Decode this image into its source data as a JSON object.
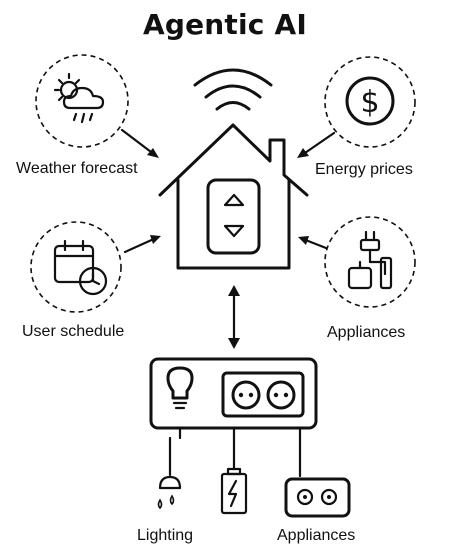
{
  "title": "Agentic AI",
  "nodes": {
    "weather": {
      "label": "Weather forecast",
      "icon": "cloud-sun-rain-icon"
    },
    "energy": {
      "label": "Energy prices",
      "icon": "dollar-icon"
    },
    "schedule": {
      "label": "User schedule",
      "icon": "calendar-clock-icon"
    },
    "appliances_top": {
      "label": "Appliances",
      "icon": "plug-icon"
    },
    "hub": {
      "icon": "house-with-up-down-control-icon",
      "signal_icon": "wifi-icon"
    },
    "panel": {
      "icons": [
        "light-bulb-icon",
        "double-outlet-icon"
      ]
    },
    "lighting": {
      "label": "Lighting",
      "icon": "drop-lamp-icon"
    },
    "battery": {
      "icon": "battery-charge-icon"
    },
    "appliances_bottom": {
      "label": "Appliances",
      "icon": "socket-appliance-icon"
    }
  },
  "colors": {
    "ink": "#111111",
    "background": "#ffffff"
  }
}
